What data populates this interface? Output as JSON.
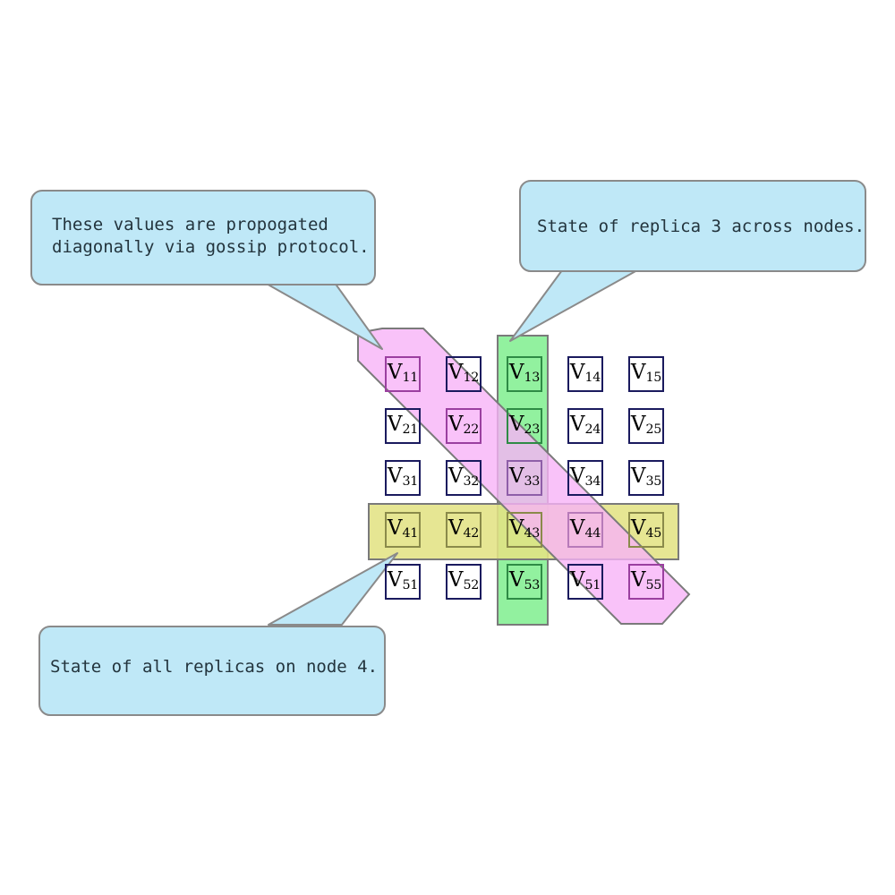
{
  "diagram": {
    "title": "Replica state grid with gossip propagation",
    "type": "annotated-grid",
    "colors": {
      "cell_border": "#1a1a5e",
      "column_band": "#8cf09a",
      "row_band": "#e3e384",
      "diagonal_band": "#f7b3f7",
      "band_stroke": "#7a7a7a",
      "callout_fill": "#bfe8f7",
      "callout_stroke": "#8a8a8a",
      "callout_text": "#23343d"
    }
  },
  "grid": {
    "rows": 5,
    "cols": 5,
    "cells": [
      [
        {
          "v": "V",
          "sub": "11",
          "tint": "magenta"
        },
        {
          "v": "V",
          "sub": "12",
          "tint": "none"
        },
        {
          "v": "V",
          "sub": "13",
          "tint": "green"
        },
        {
          "v": "V",
          "sub": "14",
          "tint": "none"
        },
        {
          "v": "V",
          "sub": "15",
          "tint": "none"
        }
      ],
      [
        {
          "v": "V",
          "sub": "21",
          "tint": "none"
        },
        {
          "v": "V",
          "sub": "22",
          "tint": "magenta"
        },
        {
          "v": "V",
          "sub": "23",
          "tint": "green"
        },
        {
          "v": "V",
          "sub": "24",
          "tint": "none"
        },
        {
          "v": "V",
          "sub": "25",
          "tint": "none"
        }
      ],
      [
        {
          "v": "V",
          "sub": "31",
          "tint": "none"
        },
        {
          "v": "V",
          "sub": "32",
          "tint": "none"
        },
        {
          "v": "V",
          "sub": "33",
          "tint": "violet"
        },
        {
          "v": "V",
          "sub": "34",
          "tint": "none"
        },
        {
          "v": "V",
          "sub": "35",
          "tint": "none"
        }
      ],
      [
        {
          "v": "V",
          "sub": "41",
          "tint": "yellow"
        },
        {
          "v": "V",
          "sub": "42",
          "tint": "yellow"
        },
        {
          "v": "V",
          "sub": "43",
          "tint": "yellow"
        },
        {
          "v": "V",
          "sub": "44",
          "tint": "pinkdim"
        },
        {
          "v": "V",
          "sub": "45",
          "tint": "yellow"
        }
      ],
      [
        {
          "v": "V",
          "sub": "51",
          "tint": "none"
        },
        {
          "v": "V",
          "sub": "52",
          "tint": "none"
        },
        {
          "v": "V",
          "sub": "53",
          "tint": "green"
        },
        {
          "v": "V",
          "sub": "51",
          "tint": "none"
        },
        {
          "v": "V",
          "sub": "55",
          "tint": "magenta"
        }
      ]
    ]
  },
  "bands": {
    "column": {
      "name": "replica-3-column-band",
      "color": "#8cf09a",
      "covers": "column 3"
    },
    "row": {
      "name": "node-4-row-band",
      "color": "#e3e384",
      "covers": "row 4"
    },
    "diagonal": {
      "name": "gossip-diagonal-band",
      "color": "#f7b3f7",
      "covers": "V11 V22 V33 V44 V55"
    }
  },
  "callouts": [
    {
      "id": "gossip-callout",
      "lines": [
        "These values are propogated",
        "diagonally via gossip protocol."
      ],
      "target": "V11"
    },
    {
      "id": "replica-callout",
      "lines": [
        "State of replica 3 across nodes."
      ],
      "target": "column-3"
    },
    {
      "id": "node-callout",
      "lines": [
        "State of all replicas on node 4."
      ],
      "target": "row-4"
    }
  ]
}
